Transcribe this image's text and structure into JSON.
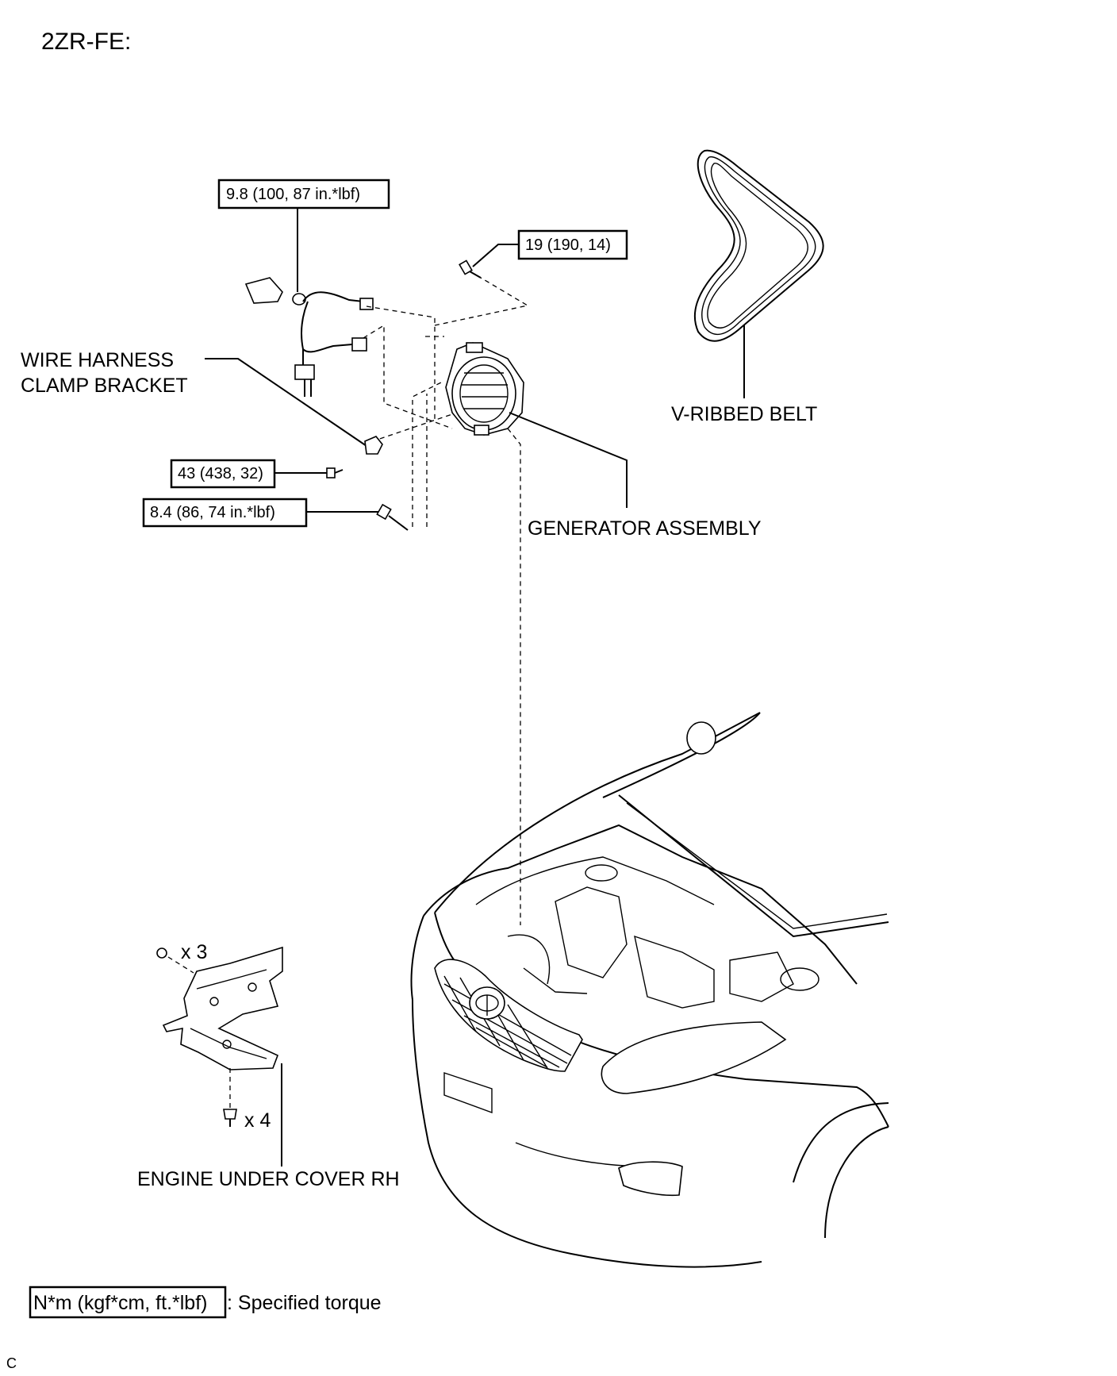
{
  "diagram": {
    "title": "2ZR-FE:",
    "torque_specs": {
      "harness_nut": "9.8 (100, 87 in.*lbf)",
      "upper_bolt": "19 (190, 14)",
      "bracket_bolt": "43 (438, 32)",
      "lower_bolt": "8.4 (86, 74 in.*lbf)"
    },
    "labels": {
      "wire_harness_line1": "WIRE HARNESS",
      "wire_harness_line2": "CLAMP BRACKET",
      "v_ribbed_belt": "V-RIBBED BELT",
      "generator_assembly": "GENERATOR ASSEMBLY",
      "engine_under_cover": "ENGINE UNDER COVER RH",
      "clip_qty_top": "x 3",
      "clip_qty_bottom": "x 4"
    },
    "legend": {
      "torque_unit_box": "N*m (kgf*cm, ft.*lbf)",
      "torque_unit_text": ": Specified torque"
    },
    "footer_code": "C"
  },
  "colors": {
    "line": "#000000",
    "background": "#ffffff"
  }
}
